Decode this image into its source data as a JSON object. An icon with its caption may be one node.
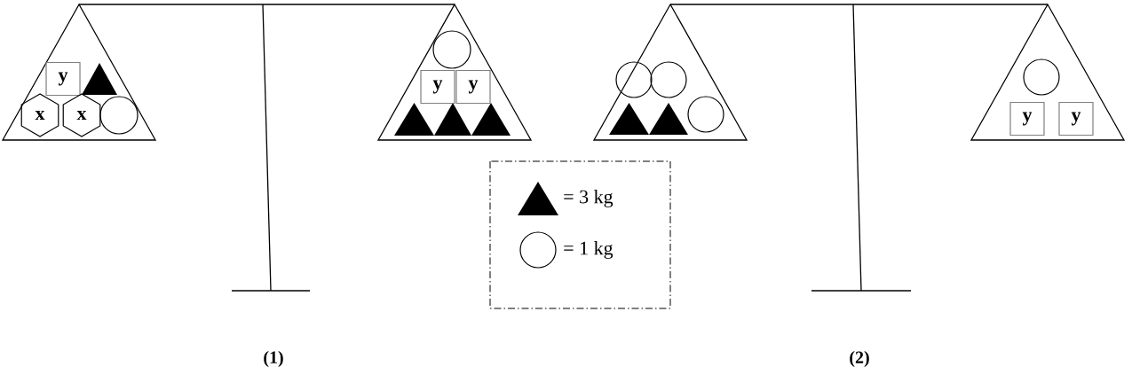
{
  "diagram": {
    "nodes": [
      {
        "text": [
          "y"
        ]
      },
      {
        "text": [
          "x"
        ]
      },
      {
        "text": [
          "x"
        ]
      },
      {
        "text": [
          "y"
        ]
      },
      {
        "text": [
          "y"
        ]
      },
      {
        "text": [
          "y"
        ]
      },
      {
        "text": [
          "y"
        ]
      }
    ],
    "labels": [
      "(1)",
      "(2)"
    ],
    "legend": [
      {
        "text": "= 3 kg"
      },
      {
        "text": "= 1 kg"
      }
    ]
  }
}
